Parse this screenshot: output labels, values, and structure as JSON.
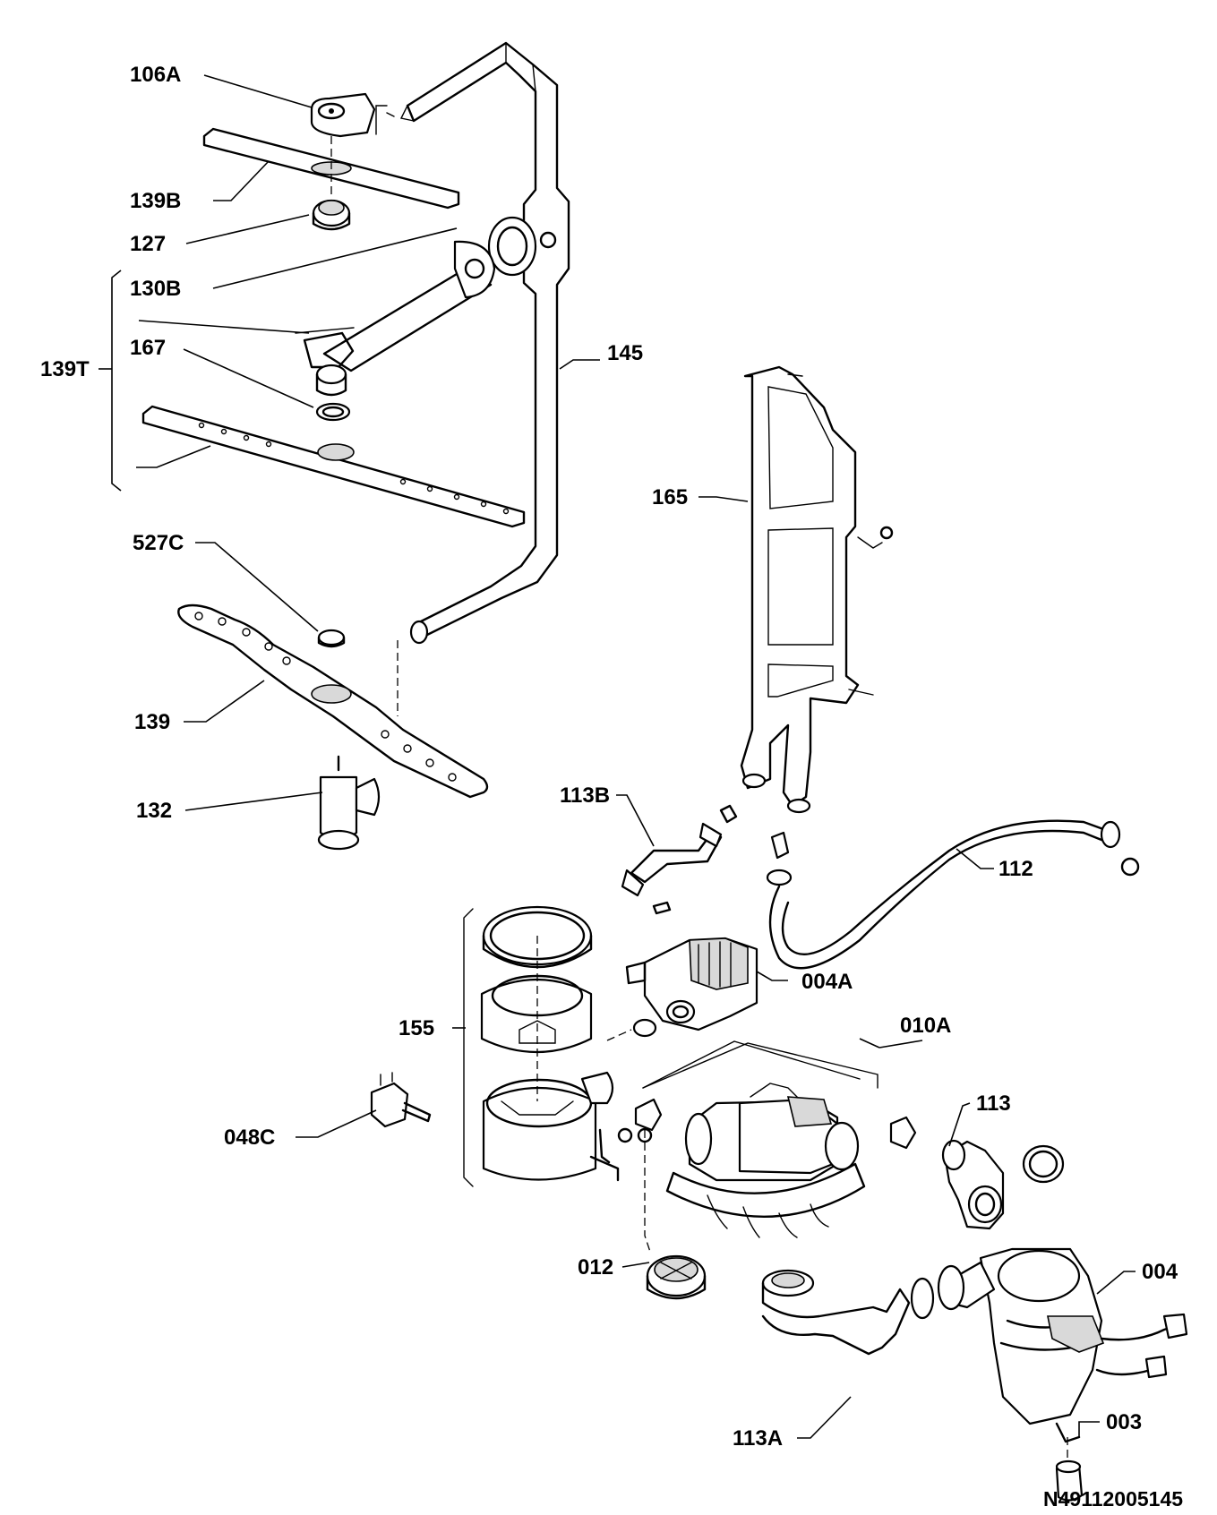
{
  "diagram": {
    "code": "N49112005145",
    "labels": [
      {
        "key": "106A",
        "text": "106A"
      },
      {
        "key": "139B",
        "text": "139B"
      },
      {
        "key": "127",
        "text": "127"
      },
      {
        "key": "130B",
        "text": "130B"
      },
      {
        "key": "139T",
        "text": "139T"
      },
      {
        "key": "167",
        "text": "167"
      },
      {
        "key": "145",
        "text": "145"
      },
      {
        "key": "165",
        "text": "165"
      },
      {
        "key": "527C",
        "text": "527C"
      },
      {
        "key": "139",
        "text": "139"
      },
      {
        "key": "132",
        "text": "132"
      },
      {
        "key": "113B",
        "text": "113B"
      },
      {
        "key": "112",
        "text": "112"
      },
      {
        "key": "004A",
        "text": "004A"
      },
      {
        "key": "155",
        "text": "155"
      },
      {
        "key": "010A",
        "text": "010A"
      },
      {
        "key": "113",
        "text": "113"
      },
      {
        "key": "048C",
        "text": "048C"
      },
      {
        "key": "012",
        "text": "012"
      },
      {
        "key": "004",
        "text": "004"
      },
      {
        "key": "113A",
        "text": "113A"
      },
      {
        "key": "003",
        "text": "003"
      }
    ]
  }
}
